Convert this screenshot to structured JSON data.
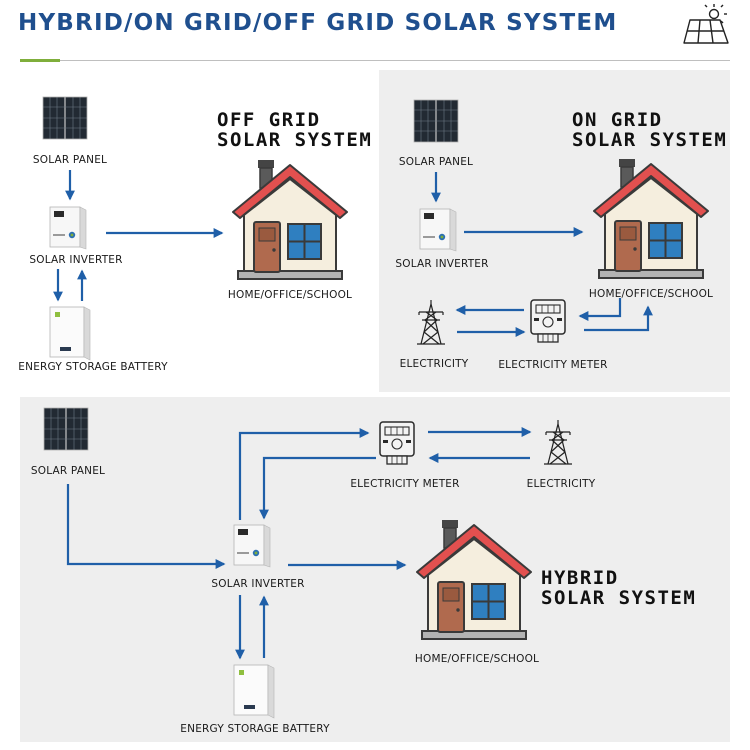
{
  "header": {
    "title": "HYBRID/ON GRID/OFF GRID SOLAR SYSTEM",
    "icon": "solar-panel-sun-icon"
  },
  "off_grid": {
    "system_line1": "OFF GRID",
    "system_line2": "SOLAR SYSTEM",
    "solar_panel": "SOLAR PANEL",
    "solar_inverter": "SOLAR INVERTER",
    "battery": "ENERGY STORAGE BATTERY",
    "house": "HOME/OFFICE/SCHOOL"
  },
  "on_grid": {
    "system_line1": "ON GRID",
    "system_line2": "SOLAR SYSTEM",
    "solar_panel": "SOLAR PANEL",
    "solar_inverter": "SOLAR INVERTER",
    "house": "HOME/OFFICE/SCHOOL",
    "electricity": "ELECTRICITY",
    "meter": "ELECTRICITY METER"
  },
  "hybrid": {
    "system_line1": "HYBRID",
    "system_line2": "SOLAR SYSTEM",
    "solar_panel": "SOLAR PANEL",
    "solar_inverter": "SOLAR INVERTER",
    "battery": "ENERGY STORAGE BATTERY",
    "house": "HOME/OFFICE/SCHOOL",
    "electricity": "ELECTRICITY",
    "meter": "ELECTRICITY METER"
  },
  "colors": {
    "arrow": "#1f5fa8",
    "title": "#1f4f8e",
    "accent": "#7fae3b",
    "roof": "#e2504f",
    "wall": "#f5eede",
    "door": "#b06a4e",
    "window": "#2f7fc0",
    "chimney": "#5a5a5a"
  }
}
